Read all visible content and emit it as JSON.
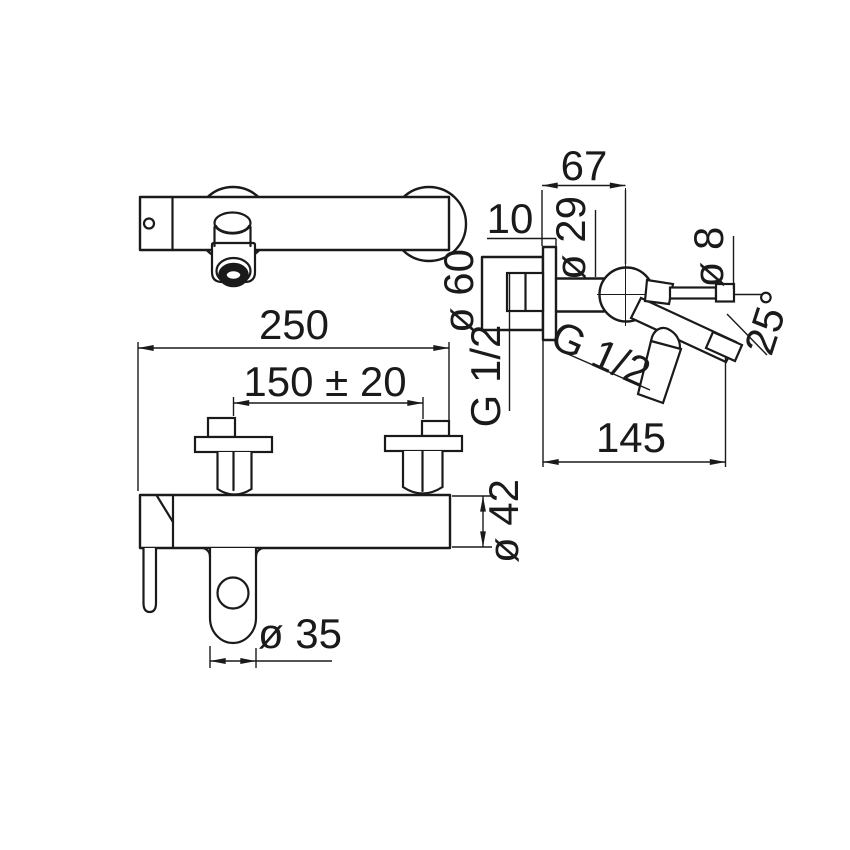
{
  "drawing": {
    "type": "technical-dimension-drawing",
    "subject": "wall-mounted single-lever bath-shower mixer",
    "line_color": "#1a1a1a",
    "background": "#ffffff"
  },
  "front_view": {
    "dims": {
      "overall_width": "250",
      "inlet_centers": "150 ± 20",
      "body_diameter": "ø 42",
      "spout_diameter": "ø 35"
    }
  },
  "side_view": {
    "dims": {
      "wall_to_center": "67",
      "plate_thickness": "10",
      "connection_diameter": "ø 29",
      "flange_diameter": "ø 60",
      "lever_rod_diameter": "ø 8",
      "spout_angle": "25°",
      "outlet_thread": "G 1/2",
      "inlet_thread": "G 1/2",
      "spout_reach": "145"
    }
  }
}
